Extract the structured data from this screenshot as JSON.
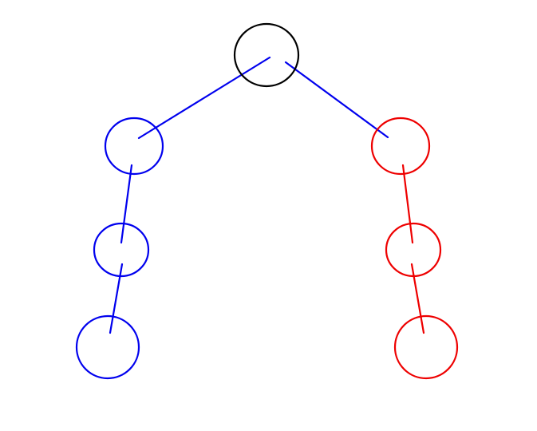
{
  "colors": {
    "root": "#000000",
    "left_branch": "#0000ee",
    "right_branch": "#ee0000",
    "background": "#ffffff"
  },
  "nodes": [
    {
      "id": "root",
      "color_key": "root"
    },
    {
      "id": "left-1",
      "color_key": "left_branch"
    },
    {
      "id": "left-2",
      "color_key": "left_branch"
    },
    {
      "id": "left-3",
      "color_key": "left_branch"
    },
    {
      "id": "right-1",
      "color_key": "right_branch"
    },
    {
      "id": "right-2",
      "color_key": "right_branch"
    },
    {
      "id": "right-3",
      "color_key": "right_branch"
    }
  ],
  "edges": [
    {
      "from": "root",
      "to": "left-1",
      "color_key": "left_branch"
    },
    {
      "from": "root",
      "to": "right-1",
      "color_key": "left_branch"
    },
    {
      "from": "left-1",
      "to": "left-2",
      "color_key": "left_branch"
    },
    {
      "from": "left-2",
      "to": "left-3",
      "color_key": "left_branch"
    },
    {
      "from": "right-1",
      "to": "right-2",
      "color_key": "right_branch"
    },
    {
      "from": "right-2",
      "to": "right-3",
      "color_key": "right_branch"
    }
  ]
}
